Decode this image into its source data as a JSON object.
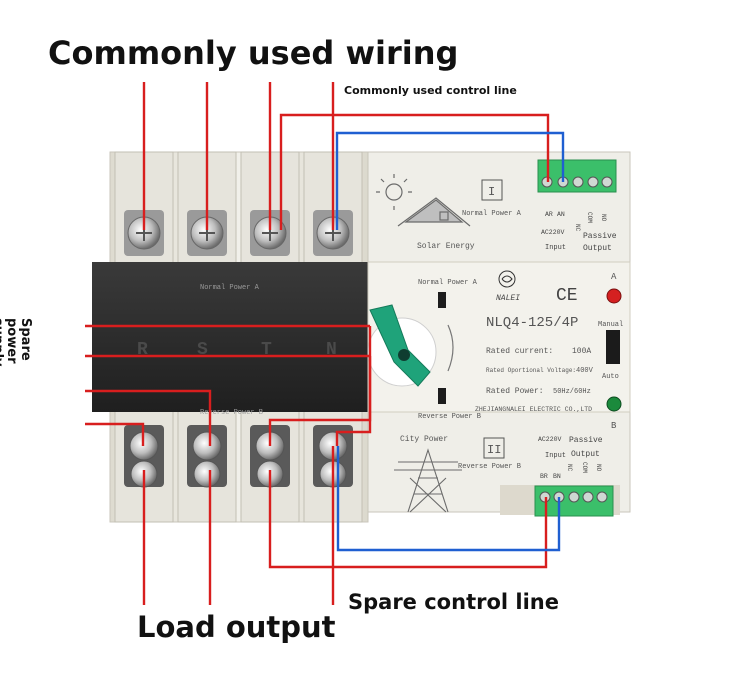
{
  "labels": {
    "commonly_used_wiring": "Commonly used wiring",
    "commonly_used_control_line": "Commonly used control line",
    "spare_power_supply": "Spare power supply",
    "load_output": "Load output",
    "spare_control_line": "Spare control line"
  },
  "device": {
    "normal_power_a": "Normal Power A",
    "reverse_power_b": "Reverse Power B",
    "section_i": "I",
    "section_ii": "II",
    "solar_energy": "Solar Energy",
    "city_power": "City Power",
    "brand": "NALEI",
    "ce_mark": "CE",
    "model": "NLQ4-125/4P",
    "rated_current_label": "Rated current:",
    "rated_current_value": "100A",
    "rated_voltage_label": "Rated Oportional Voltage:",
    "rated_voltage_value": "400V",
    "rated_power_label": "Rated Power:",
    "rated_power_value": "50Hz/60Hz",
    "manufacturer": "ZHEJIANGNALEI ELECTRIC CO.,LTD",
    "indicator_a": "A",
    "indicator_b": "B",
    "manual": "Manual",
    "auto": "Auto",
    "phase_labels": [
      "R",
      "S",
      "T",
      "N"
    ],
    "top_terminal_ar": "AR",
    "top_terminal_an": "AN",
    "bottom_terminal_br": "BR",
    "bottom_terminal_bn": "BN",
    "ac220v": "AC220V",
    "input": "Input",
    "passive": "Passive",
    "output": "Output",
    "nc": "NC",
    "com": "COM",
    "no": "NO"
  },
  "colors": {
    "phase_wire": "#d81e1e",
    "neutral_control_wire": "#1f5fd1",
    "device_body": "#eeeee6",
    "front_band": "#2b2b2b",
    "handle": "#1fa37a",
    "terminal_block": "#3bbf6a",
    "indicator_a": "#d42020",
    "indicator_b": "#1b8a3c"
  }
}
